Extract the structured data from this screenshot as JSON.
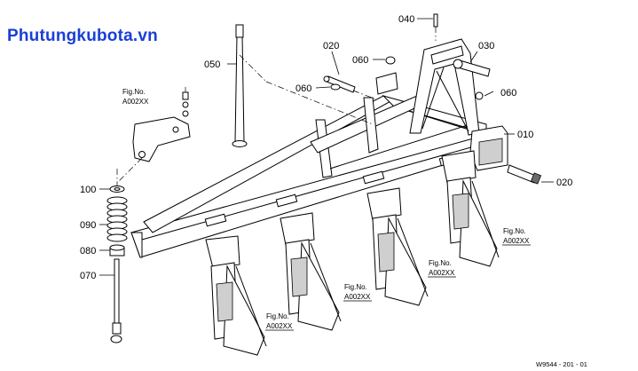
{
  "watermark": "Phutungkubota.vn",
  "callouts": [
    {
      "id": "c040",
      "label": "040"
    },
    {
      "id": "c020a",
      "label": "020"
    },
    {
      "id": "c030",
      "label": "030"
    },
    {
      "id": "c050",
      "label": "050"
    },
    {
      "id": "c060a",
      "label": "060"
    },
    {
      "id": "c060b",
      "label": "060"
    },
    {
      "id": "c060c",
      "label": "060"
    },
    {
      "id": "c010",
      "label": "010"
    },
    {
      "id": "c020b",
      "label": "020"
    },
    {
      "id": "c100",
      "label": "100"
    },
    {
      "id": "c090",
      "label": "090"
    },
    {
      "id": "c080",
      "label": "080"
    },
    {
      "id": "c070",
      "label": "070"
    }
  ],
  "fig_refs": [
    {
      "id": "f1",
      "line1": "Fig.No.",
      "line2": "A002XX"
    },
    {
      "id": "f2",
      "line1": "Fig.No.",
      "line2": "A002XX"
    },
    {
      "id": "f3",
      "line1": "Fig.No.",
      "line2": "A002XX"
    },
    {
      "id": "f4",
      "line1": "Fig.No.",
      "line2": "A002XX"
    },
    {
      "id": "f5",
      "line1": "Fig.No.",
      "line2": "A002XX"
    }
  ],
  "drawing_number": "W9544 - 201 - 01",
  "colors": {
    "watermark": "#1a3fd6",
    "line": "#000000"
  }
}
